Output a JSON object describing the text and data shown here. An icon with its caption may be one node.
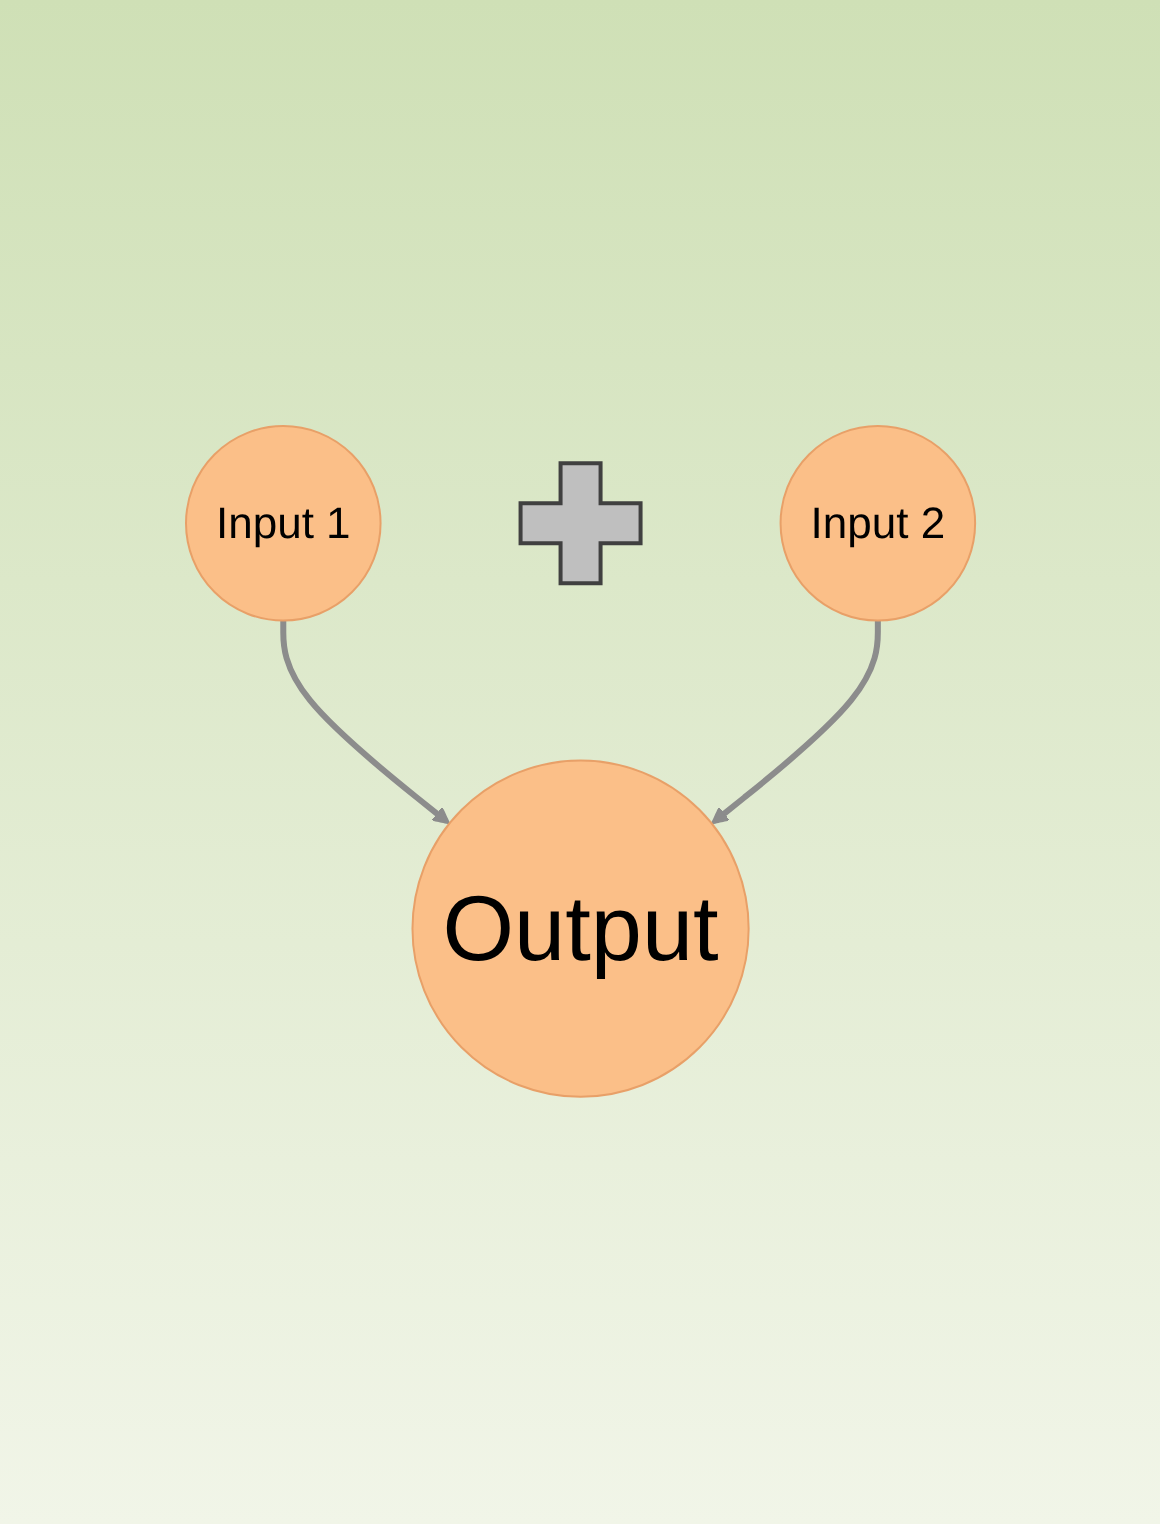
{
  "diagram": {
    "nodes": [
      {
        "text": [
          "Input 1"
        ]
      },
      {
        "text": [],
        "shape": "plus"
      },
      {
        "text": [
          "Input 2"
        ]
      },
      {
        "text": [
          "Output"
        ]
      }
    ],
    "edges": [
      {
        "from": 0,
        "to": 3,
        "arrow": "to"
      },
      {
        "from": 2,
        "to": 3,
        "arrow": "to"
      }
    ]
  }
}
